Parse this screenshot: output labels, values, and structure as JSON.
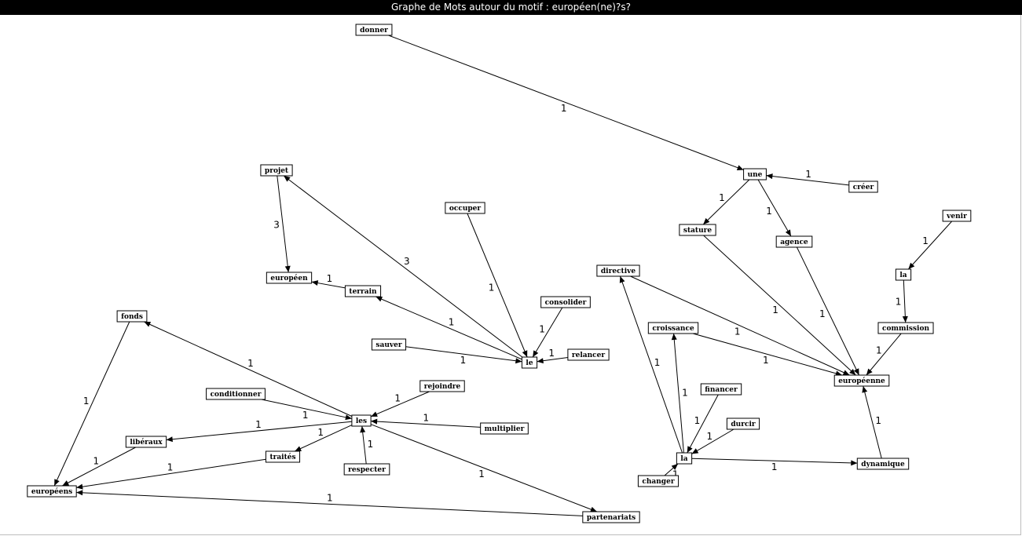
{
  "window": {
    "title": "Graphe de Mots autour du motif : européen(ne)?s?"
  },
  "graph": {
    "nodes": {
      "donner": "donner",
      "une": "une",
      "creer": "créer",
      "stature": "stature",
      "agence": "agence",
      "venir": "venir",
      "la_upper": "la",
      "commission": "commission",
      "directive": "directive",
      "croissance": "croissance",
      "europeenne": "européenne",
      "financer": "financer",
      "durcir": "durcir",
      "la_lower": "la",
      "dynamique": "dynamique",
      "changer": "changer",
      "projet": "projet",
      "europeen": "européen",
      "occuper": "occuper",
      "terrain": "terrain",
      "consolider": "consolider",
      "sauver": "sauver",
      "le": "le",
      "relancer": "relancer",
      "fonds": "fonds",
      "conditionner": "conditionner",
      "rejoindre": "rejoindre",
      "les": "les",
      "multiplier": "multiplier",
      "liberaux": "libéraux",
      "traites": "traités",
      "respecter": "respecter",
      "europeens": "européens",
      "partenariats": "partenariats"
    },
    "edges": [
      {
        "from": "donner",
        "to": "une",
        "weight": "1"
      },
      {
        "from": "creer",
        "to": "une",
        "weight": "1"
      },
      {
        "from": "une",
        "to": "stature",
        "weight": "1"
      },
      {
        "from": "une",
        "to": "agence",
        "weight": "1"
      },
      {
        "from": "stature",
        "to": "europeenne",
        "weight": "1"
      },
      {
        "from": "agence",
        "to": "europeenne",
        "weight": "1"
      },
      {
        "from": "venir",
        "to": "la_upper",
        "weight": "1"
      },
      {
        "from": "la_upper",
        "to": "commission",
        "weight": "1"
      },
      {
        "from": "commission",
        "to": "europeenne",
        "weight": "1"
      },
      {
        "from": "directive",
        "to": "europeenne",
        "weight": "1"
      },
      {
        "from": "croissance",
        "to": "europeenne",
        "weight": "1"
      },
      {
        "from": "la_lower",
        "to": "directive",
        "weight": "1"
      },
      {
        "from": "la_lower",
        "to": "croissance",
        "weight": "1"
      },
      {
        "from": "financer",
        "to": "la_lower",
        "weight": "1"
      },
      {
        "from": "durcir",
        "to": "la_lower",
        "weight": "1"
      },
      {
        "from": "changer",
        "to": "la_lower",
        "weight": "1"
      },
      {
        "from": "la_lower",
        "to": "dynamique",
        "weight": "1"
      },
      {
        "from": "dynamique",
        "to": "europeenne",
        "weight": "1"
      },
      {
        "from": "projet",
        "to": "europeen",
        "weight": "3"
      },
      {
        "from": "le",
        "to": "projet",
        "weight": "3"
      },
      {
        "from": "terrain",
        "to": "europeen",
        "weight": "1"
      },
      {
        "from": "le",
        "to": "terrain",
        "weight": "1"
      },
      {
        "from": "occuper",
        "to": "le",
        "weight": "1"
      },
      {
        "from": "consolider",
        "to": "le",
        "weight": "1"
      },
      {
        "from": "relancer",
        "to": "le",
        "weight": "1"
      },
      {
        "from": "sauver",
        "to": "le",
        "weight": "1"
      },
      {
        "from": "les",
        "to": "fonds",
        "weight": "1"
      },
      {
        "from": "fonds",
        "to": "europeens",
        "weight": "1"
      },
      {
        "from": "conditionner",
        "to": "les",
        "weight": "1"
      },
      {
        "from": "rejoindre",
        "to": "les",
        "weight": "1"
      },
      {
        "from": "multiplier",
        "to": "les",
        "weight": "1"
      },
      {
        "from": "les",
        "to": "liberaux",
        "weight": "1"
      },
      {
        "from": "les",
        "to": "traites",
        "weight": "1"
      },
      {
        "from": "respecter",
        "to": "les",
        "weight": "1"
      },
      {
        "from": "les",
        "to": "partenariats",
        "weight": "1"
      },
      {
        "from": "liberaux",
        "to": "europeens",
        "weight": "1"
      },
      {
        "from": "traites",
        "to": "europeens",
        "weight": "1"
      },
      {
        "from": "partenariats",
        "to": "europeens",
        "weight": "1"
      }
    ]
  }
}
